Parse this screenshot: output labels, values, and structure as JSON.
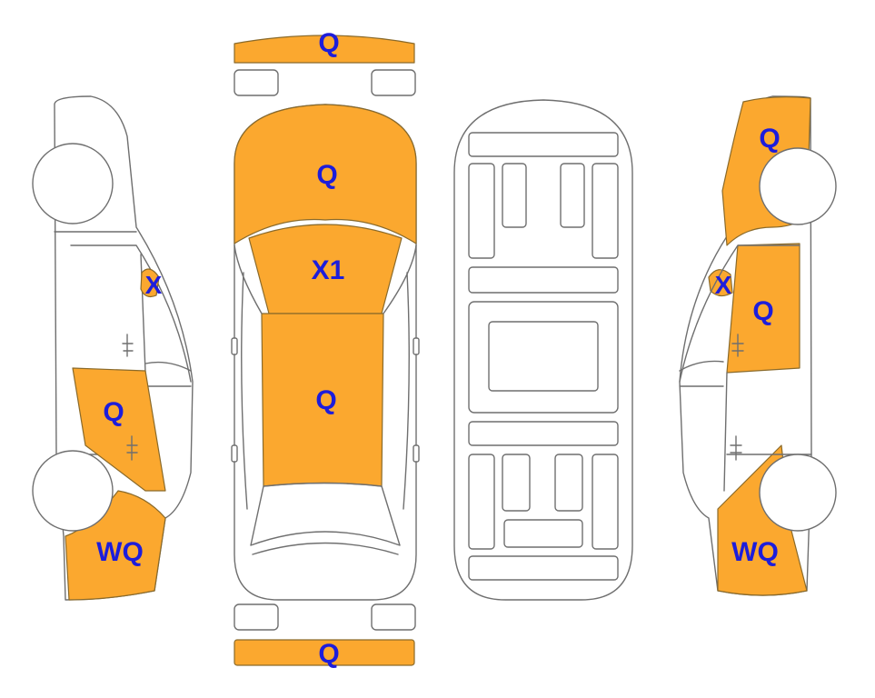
{
  "colors": {
    "damage_fill": "#fba82f",
    "label": "#1d1ddb",
    "outline": "#6f6f6f"
  },
  "views": {
    "front_bumper": {
      "label": "Q"
    },
    "hood": {
      "label": "Q"
    },
    "windshield": {
      "label": "X1"
    },
    "roof": {
      "label": "Q"
    },
    "rear_bumper": {
      "label": "Q"
    },
    "left": {
      "mirror": {
        "label": "X"
      },
      "rear_door": {
        "label": "Q"
      },
      "rear_quarter": {
        "label": "WQ"
      }
    },
    "right": {
      "front_fender": {
        "label": "Q"
      },
      "mirror": {
        "label": "X"
      },
      "front_door": {
        "label": "Q"
      },
      "rear_quarter": {
        "label": "WQ"
      }
    }
  }
}
